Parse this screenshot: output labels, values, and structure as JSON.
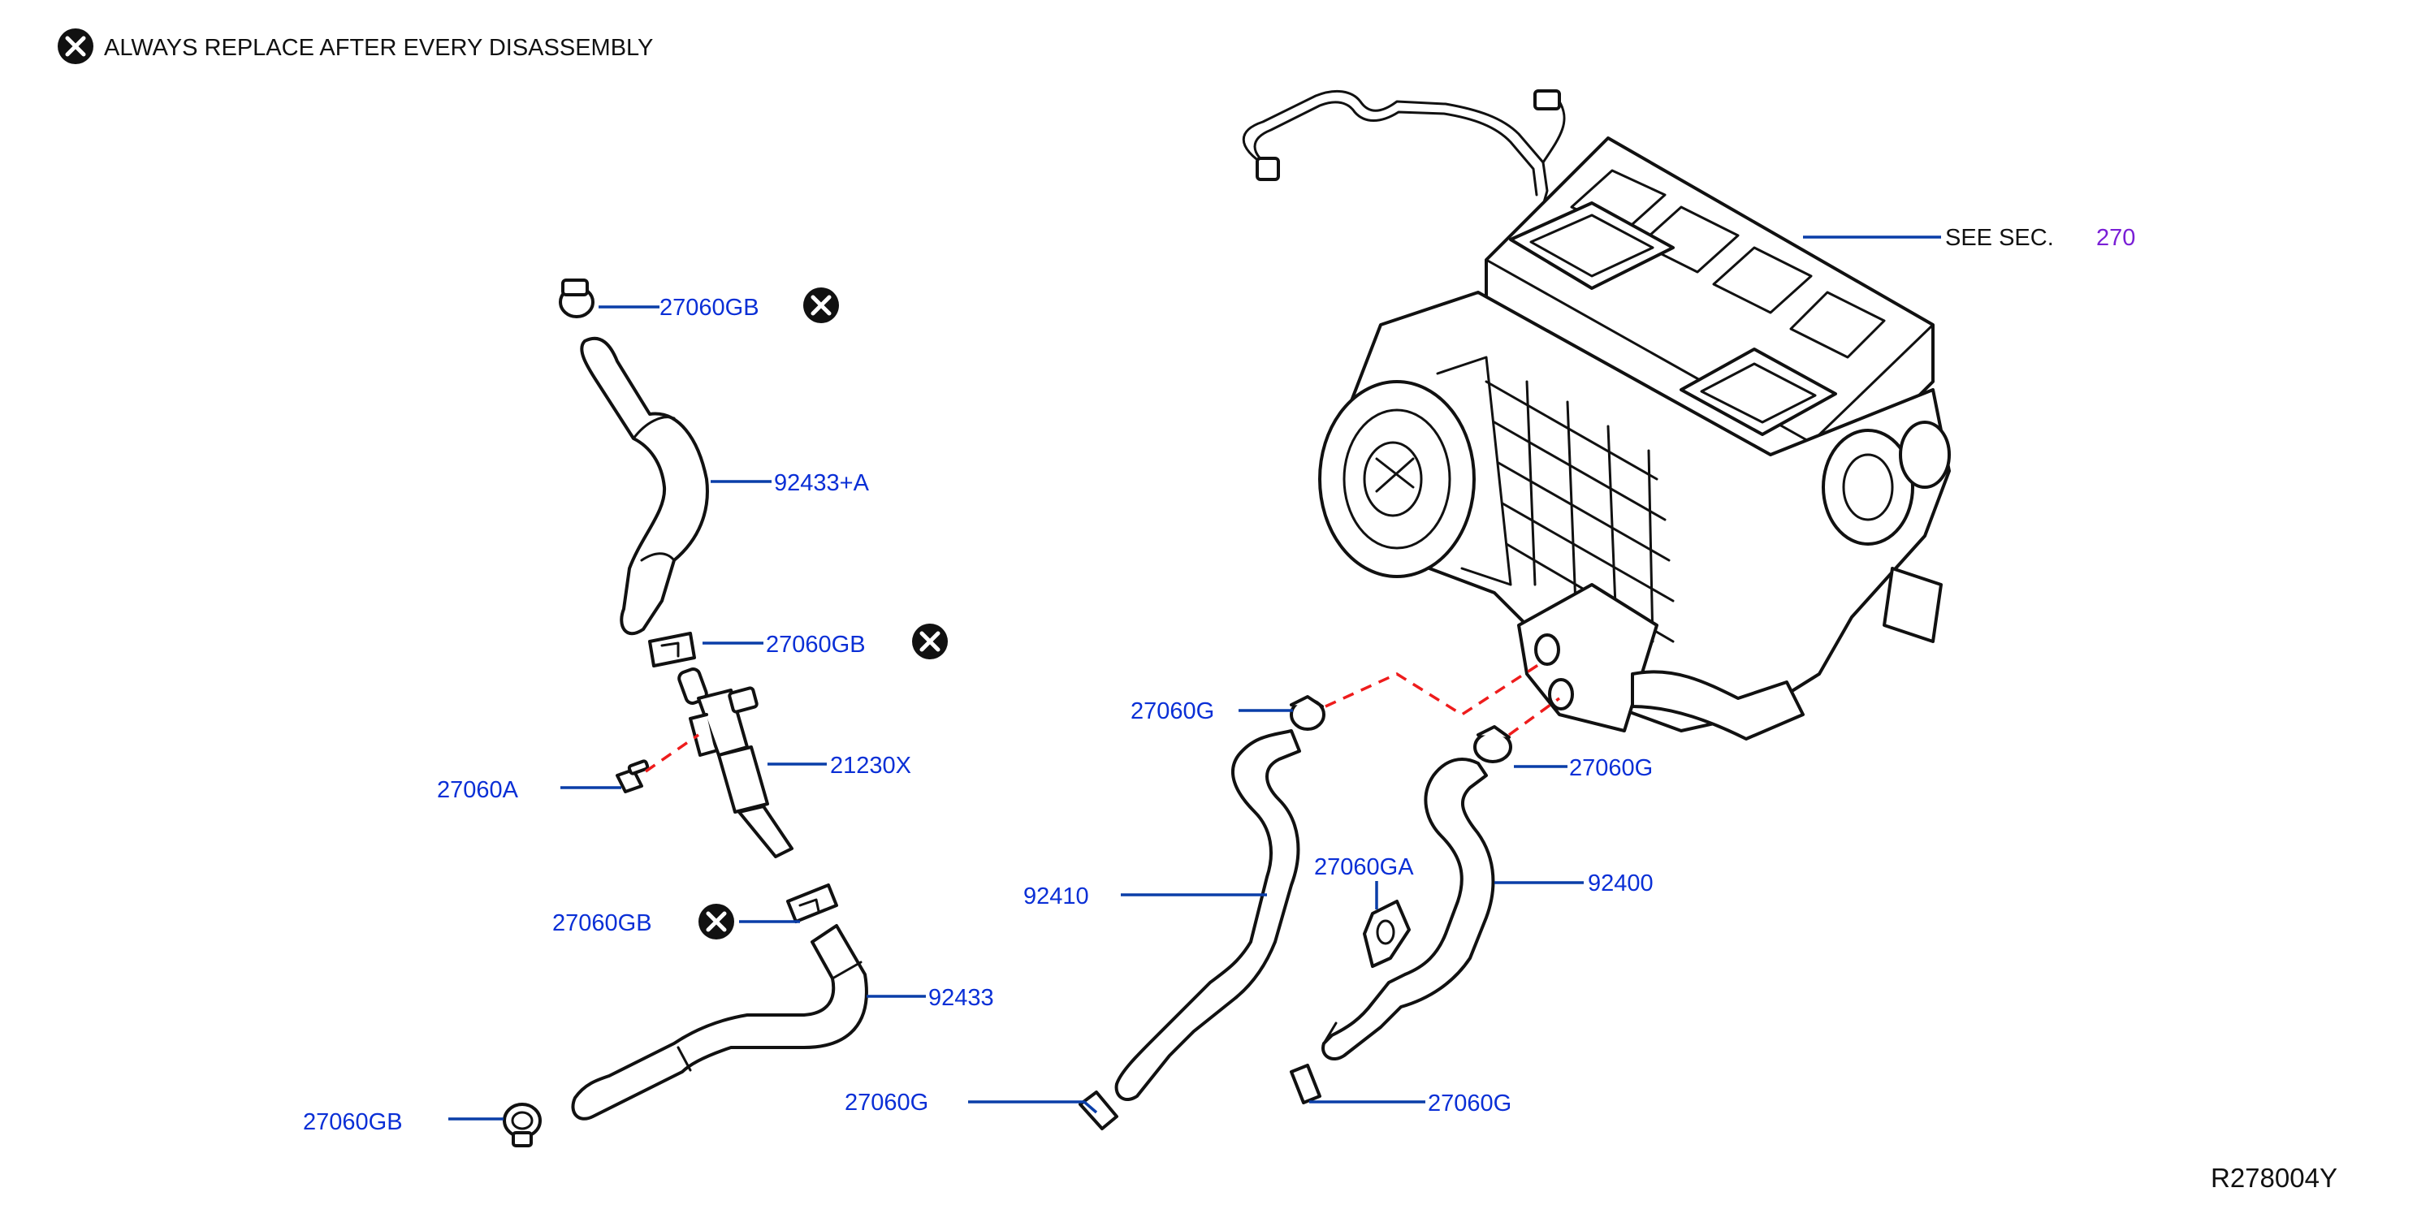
{
  "note": {
    "text": "ALWAYS   REPLACE   AFTER   EVERY   DISASSEMBLY"
  },
  "heater_unit": {
    "see_text": "SEE   SEC.",
    "section_link": "270"
  },
  "callouts": {
    "clamp_top": "27060GB",
    "hose_upper": "92433+A",
    "clamp_mid": "27060GB",
    "valve": "21230X",
    "bolt": "27060A",
    "clamp_lower": "27060GB",
    "hose_lower": "92433",
    "clamp_bottom": "27060GB",
    "clamp_inlet_top": "27060G",
    "hose_inlet": "92410",
    "clamp_inlet_bottom": "27060G",
    "clamp_outlet_top": "27060G",
    "bracket": "27060GA",
    "hose_outlet": "92400",
    "clamp_outlet_bottom": "27060G"
  },
  "reference_code": "R278004Y",
  "colors": {
    "callout_text": "#0a2fd6",
    "leader_line": "#0a3ea8",
    "section_link": "#7a1fd6",
    "dashed_line": "#ee1c1c",
    "outline": "#111111"
  },
  "icons": {
    "replace_marker": "circled-x-icon"
  }
}
